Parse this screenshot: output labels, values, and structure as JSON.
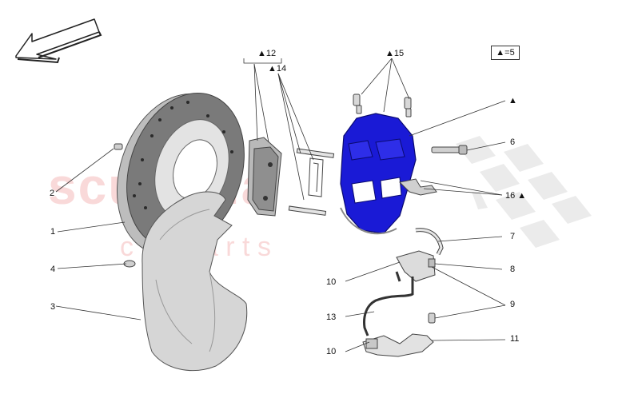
{
  "watermark": {
    "main": "scuderia",
    "sub": "c a r p a r t s"
  },
  "legend": {
    "text": "▲=5"
  },
  "callouts": {
    "c1": "1",
    "c2": "2",
    "c3": "3",
    "c4": "4",
    "c6": "6",
    "c7": "7",
    "c8": "8",
    "c9": "9",
    "c10a": "10",
    "c10b": "10",
    "c11": "11",
    "c12": "▲12",
    "c13": "13",
    "c14": "▲14",
    "c15": "▲15",
    "c16": "16 ▲",
    "ctri": "▲"
  },
  "colors": {
    "caliper": "#1a1ad6",
    "line": "#333333",
    "watermark": "#eb7878"
  },
  "icons": {
    "direction": "arrow-up-left-icon"
  }
}
